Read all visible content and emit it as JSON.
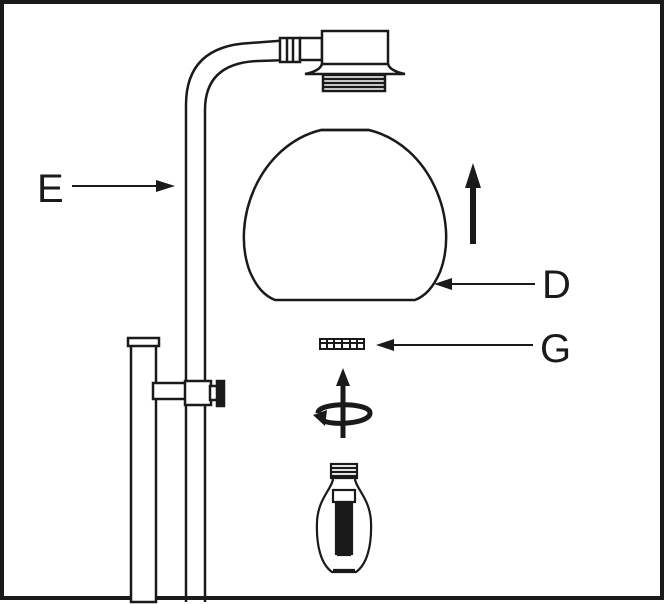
{
  "diagram": {
    "labels": {
      "arm": "E",
      "shade": "D",
      "ring": "G"
    },
    "colors": {
      "line": "#1a1a1a",
      "fill": "#ffffff",
      "dark": "#1a1a1a"
    },
    "icons": [
      "up-arrow-icon",
      "rotate-arrow-icon"
    ]
  }
}
